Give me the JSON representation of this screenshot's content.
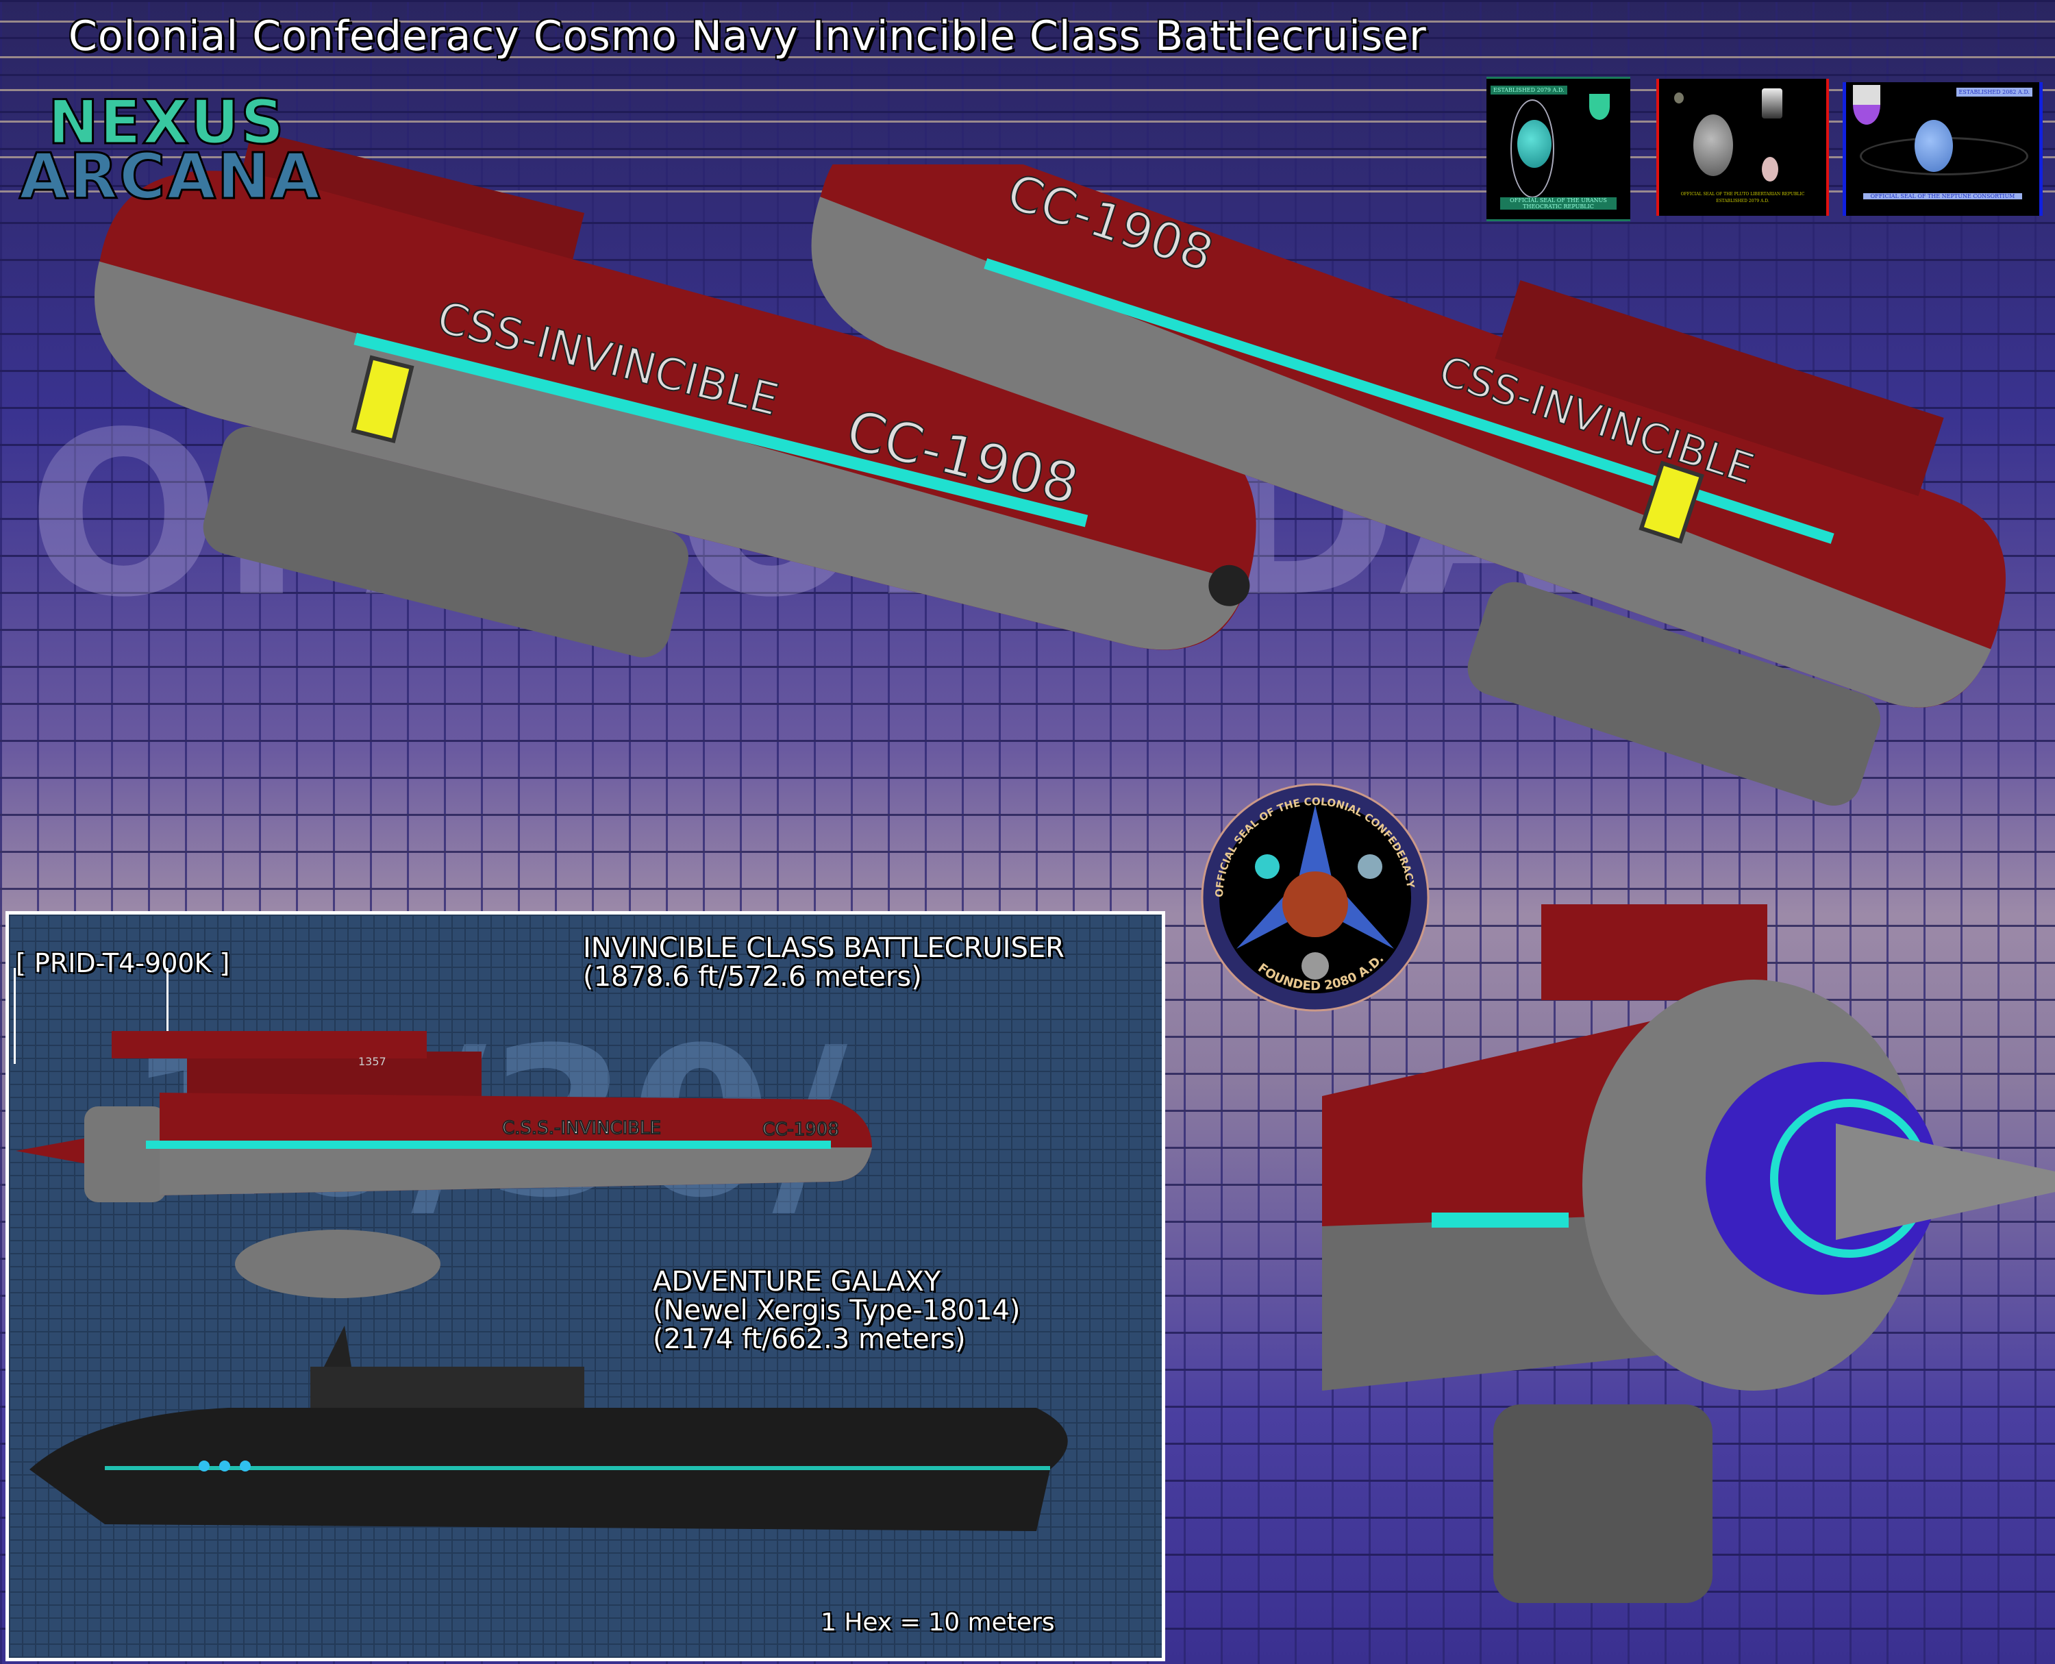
{
  "title": "Colonial Confederacy Cosmo Navy Invincible Class Battlecruiser",
  "logo": {
    "line1": "NEXUS",
    "line2": "ARCANA"
  },
  "seals": [
    {
      "name": "uranus",
      "top_banner": "ESTABLISHED 2079 A.D.",
      "caption": "OFFICIAL SEAL OF THE URANUS THEOCRATIC REPUBLIC",
      "accent": "#1a7a5a"
    },
    {
      "name": "pluto",
      "caption": "OFFICIAL SEAL OF THE PLUTO LIBERTARIAN REPUBLIC",
      "caption2": "ESTABLISHED 2079 A.D.",
      "accent": "#e01010"
    },
    {
      "name": "neptune",
      "top_banner": "ESTABLISHED 2082 A.D.",
      "caption": "OFFICIAL SEAL OF THE NEPTUNE CONSORTIUM",
      "accent": "#1020e0"
    }
  ],
  "confederacy_seal": {
    "top": "OFFICIAL SEAL OF THE COLONIAL CONFEDERACY",
    "bottom": "FOUNDED 2080 A.D."
  },
  "ship_markings": {
    "name": "CSS-INVINCIBLE",
    "hull": "CC-1908",
    "name_inset": "C.S.S.-INVINCIBLE",
    "bridge_number": "1357"
  },
  "inset": {
    "designation": "[ PRID-T4-900K ]",
    "ship1_title": "INVINCIBLE CLASS BATTLECRUISER",
    "ship1_size": "(1878.6 ft/572.6 meters)",
    "ship2_title": "ADVENTURE GALAXY",
    "ship2_type": "(Newel Xergis Type-18014)",
    "ship2_size": "(2174 ft/662.3 meters)",
    "scale": "1 Hex = 10 meters"
  },
  "colors": {
    "hull_red": "#8a1418",
    "hull_gray": "#7a7a7a",
    "accent_cyan": "#20e0d0",
    "light_yellow": "#f0f020"
  }
}
